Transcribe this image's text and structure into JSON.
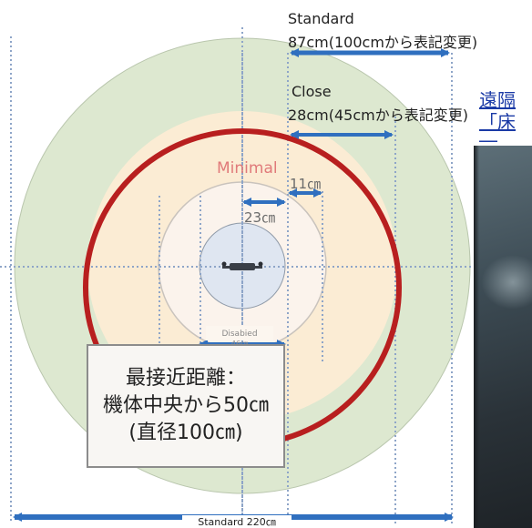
{
  "labels": {
    "standard_title": "Standard",
    "standard_value": "87cm(100cmから表記変更)",
    "close_title": "Close",
    "close_value": "28cm(45cmから表記変更)",
    "minimal": "Minimal",
    "dist_11": "11㎝",
    "dist_23": "23㎝",
    "disabled_title": "Disabied",
    "disabled_value": "46㎝",
    "standard_width": "Standard 220㎝"
  },
  "callout": {
    "line1": "最接近距離：",
    "line2": "機体中央から50㎝",
    "line3": "(直径100㎝)"
  },
  "photo_caption": {
    "line1": "遠隔",
    "line2": "「床",
    "line3": "―"
  },
  "colors": {
    "standard_zone": "#dde8d0",
    "close_zone": "#fbecd4",
    "minimal_zone": "#fbf3ec",
    "center_disc": "#dfe6f1",
    "red_circle": "#b81f1f",
    "arrow_blue": "#2f6fbf",
    "minimal_text": "#e07a7a"
  }
}
